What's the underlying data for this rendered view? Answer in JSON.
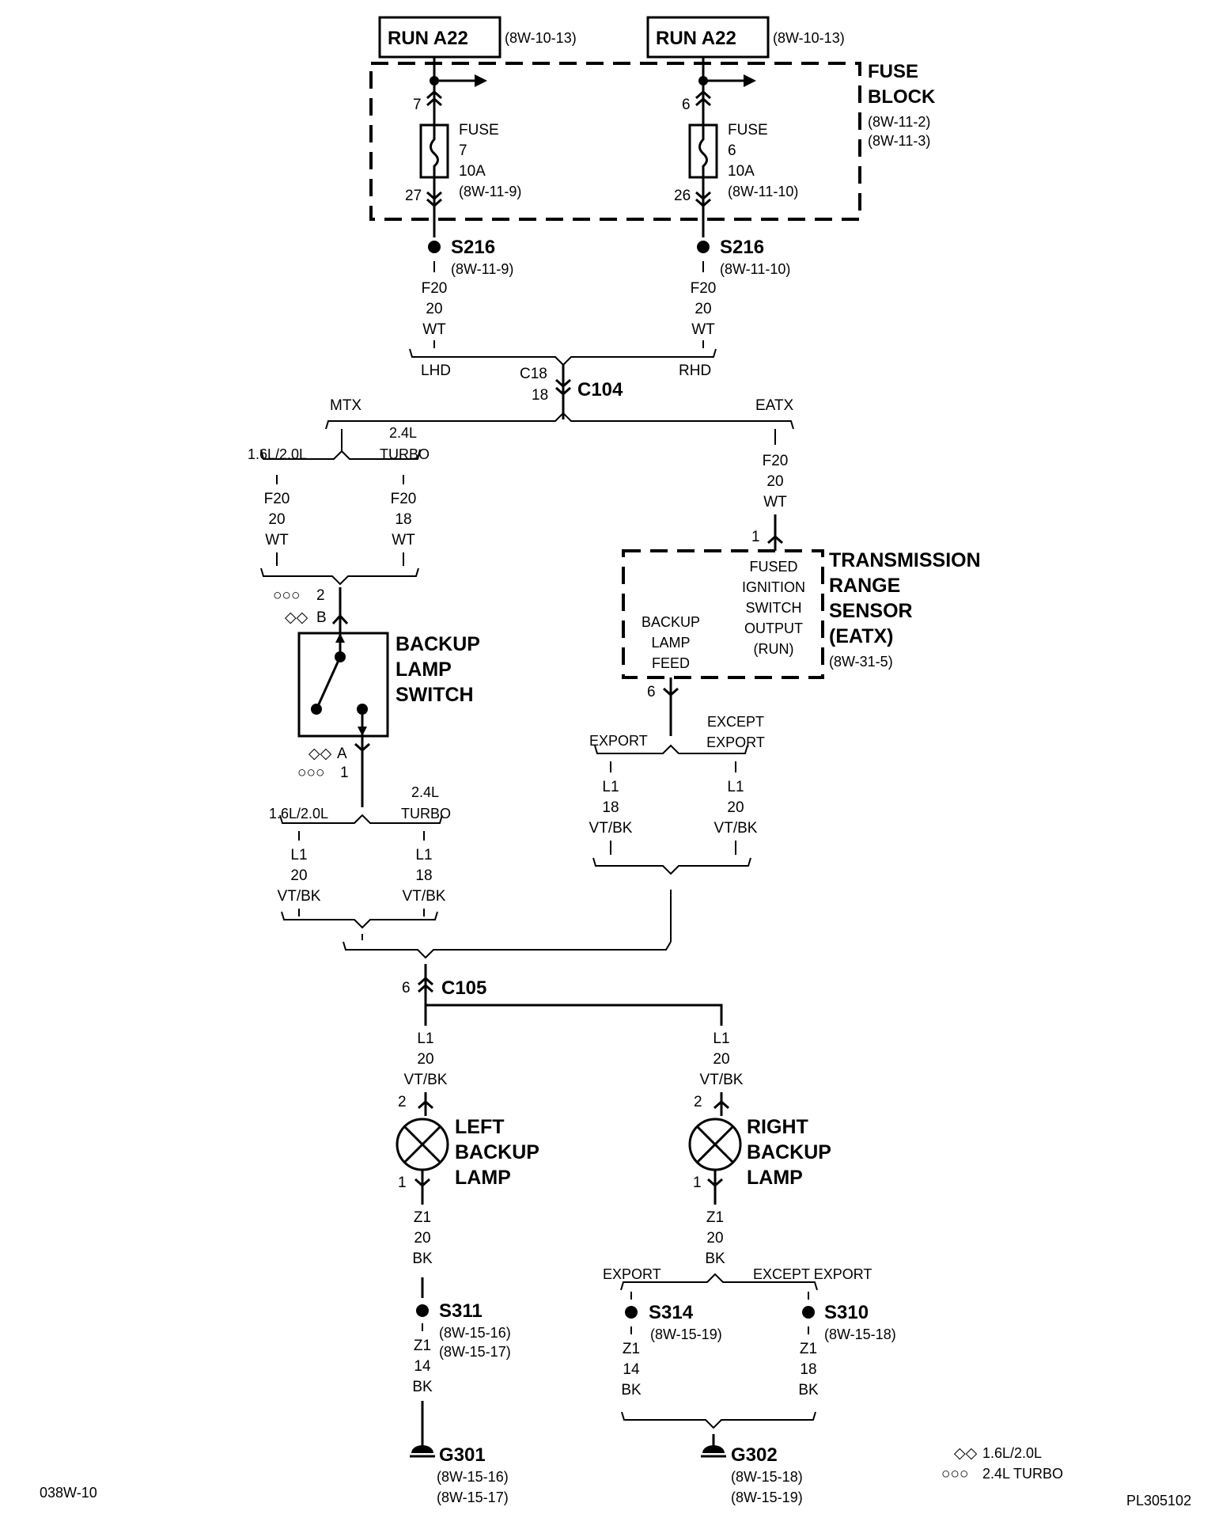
{
  "run_left": {
    "label": "RUN A22",
    "ref": "(8W-10-13)"
  },
  "run_right": {
    "label": "RUN A22",
    "ref": "(8W-10-13)"
  },
  "fuse_block": {
    "line1": "FUSE",
    "line2": "BLOCK",
    "ref1": "(8W-11-2)",
    "ref2": "(8W-11-3)"
  },
  "fuse7": {
    "pin_in": "7",
    "label": "FUSE",
    "number": "7",
    "rating": "10A",
    "ref": "(8W-11-9)",
    "pin_out": "27"
  },
  "fuse6": {
    "pin_in": "6",
    "label": "FUSE",
    "number": "6",
    "rating": "10A",
    "ref": "(8W-11-10)",
    "pin_out": "26"
  },
  "s216_left": {
    "name": "S216",
    "ref": "(8W-11-9)",
    "circuit": "F20",
    "gauge": "20",
    "color": "WT"
  },
  "s216_right": {
    "name": "S216",
    "ref": "(8W-11-10)",
    "circuit": "F20",
    "gauge": "20",
    "color": "WT"
  },
  "lhd": "LHD",
  "rhd": "RHD",
  "c104": {
    "name": "C104",
    "pin_a": "C18",
    "pin_b": "18"
  },
  "mtx": "MTX",
  "eatx": "EATX",
  "mtx_left": {
    "variant": "1.6L/2.0L",
    "circuit": "F20",
    "gauge": "20",
    "color": "WT"
  },
  "mtx_right": {
    "variant1": "2.4L",
    "variant2": "TURBO",
    "circuit": "F20",
    "gauge": "18",
    "color": "WT"
  },
  "eatx_wire": {
    "circuit": "F20",
    "gauge": "20",
    "color": "WT",
    "pin": "1"
  },
  "backup_switch": {
    "pin_top1": "2",
    "pin_top2": "B",
    "line1": "BACKUP",
    "line2": "LAMP",
    "line3": "SWITCH",
    "pin_bot1": "A",
    "pin_bot2": "1"
  },
  "trs": {
    "line1": "TRANSMISSION",
    "line2": "RANGE",
    "line3": "SENSOR",
    "line4": "(EATX)",
    "ref": "(8W-31-5)",
    "in1": "FUSED",
    "in2": "IGNITION",
    "in3": "SWITCH",
    "in4": "OUTPUT",
    "in5": "(RUN)",
    "out1": "BACKUP",
    "out2": "LAMP",
    "out3": "FEED",
    "pin_out": "6"
  },
  "sw_out_left": {
    "variant": "1.6L/2.0L",
    "circuit": "L1",
    "gauge": "20",
    "color": "VT/BK"
  },
  "sw_out_right": {
    "variant1": "2.4L",
    "variant2": "TURBO",
    "circuit": "L1",
    "gauge": "18",
    "color": "VT/BK"
  },
  "trs_out_left": {
    "variant": "EXPORT",
    "circuit": "L1",
    "gauge": "18",
    "color": "VT/BK"
  },
  "trs_out_right": {
    "variant1": "EXCEPT",
    "variant2": "EXPORT",
    "circuit": "L1",
    "gauge": "20",
    "color": "VT/BK"
  },
  "c105": {
    "name": "C105",
    "pin": "6"
  },
  "left_lamp_wire": {
    "circuit": "L1",
    "gauge": "20",
    "color": "VT/BK",
    "pin_in": "2"
  },
  "right_lamp_wire": {
    "circuit": "L1",
    "gauge": "20",
    "color": "VT/BK",
    "pin_in": "2"
  },
  "left_lamp": {
    "line1": "LEFT",
    "line2": "BACKUP",
    "line3": "LAMP",
    "pin_out": "1"
  },
  "right_lamp": {
    "line1": "RIGHT",
    "line2": "BACKUP",
    "line3": "LAMP",
    "pin_out": "1"
  },
  "left_ground_wire": {
    "circuit": "Z1",
    "gauge": "20",
    "color": "BK"
  },
  "right_ground_wire": {
    "circuit": "Z1",
    "gauge": "20",
    "color": "BK"
  },
  "s311": {
    "name": "S311",
    "ref1": "(8W-15-16)",
    "ref2": "(8W-15-17)",
    "circuit": "Z1",
    "gauge": "14",
    "color": "BK"
  },
  "export_ground": "EXPORT",
  "except_export_ground": "EXCEPT EXPORT",
  "s314": {
    "name": "S314",
    "ref": "(8W-15-19)",
    "circuit": "Z1",
    "gauge": "14",
    "color": "BK"
  },
  "s310": {
    "name": "S310",
    "ref": "(8W-15-18)",
    "circuit": "Z1",
    "gauge": "18",
    "color": "BK"
  },
  "g301": {
    "name": "G301",
    "ref1": "(8W-15-16)",
    "ref2": "(8W-15-17)"
  },
  "g302": {
    "name": "G302",
    "ref1": "(8W-15-18)",
    "ref2": "(8W-15-19)"
  },
  "legend": {
    "sym1": "◇◇",
    "text1": "1.6L/2.0L",
    "sym2": "○○○",
    "text2": "2.4L TURBO"
  },
  "page_id": "038W-10",
  "drawing_id": "PL305102"
}
